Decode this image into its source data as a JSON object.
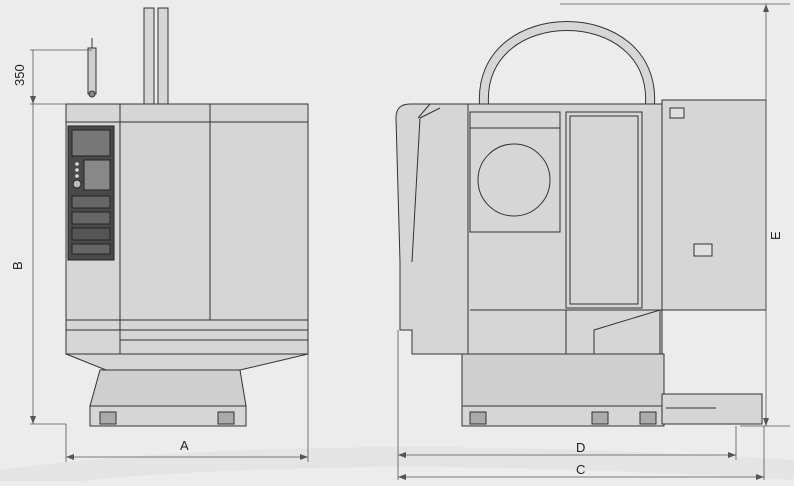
{
  "dimensions": {
    "height_offset": "350",
    "height": "B",
    "width": "A",
    "depth": "D",
    "overall_depth": "C",
    "overall_height": "E"
  }
}
